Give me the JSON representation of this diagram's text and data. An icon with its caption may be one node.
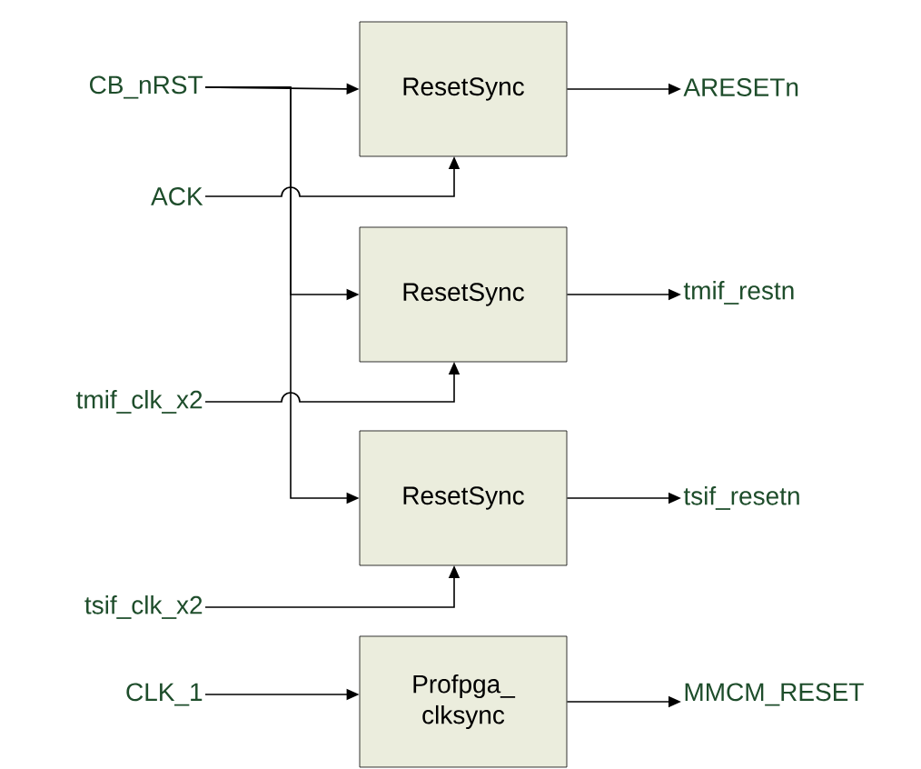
{
  "diagram": {
    "nodes": [
      {
        "text": [
          "CB_nRST"
        ]
      },
      {
        "text": [
          "ResetSync"
        ]
      },
      {
        "text": [
          "ARESETn"
        ]
      },
      {
        "text": [
          "ACK"
        ]
      },
      {
        "text": [
          "ResetSync"
        ]
      },
      {
        "text": [
          "tmif_restn"
        ]
      },
      {
        "text": [
          "tmif_clk_x2"
        ]
      },
      {
        "text": [
          "ResetSync"
        ]
      },
      {
        "text": [
          "tsif_resetn"
        ]
      },
      {
        "text": [
          "tsif_clk_x2"
        ]
      },
      {
        "text": [
          "Profpga_ clksync"
        ]
      },
      {
        "text": [
          "CLK_1"
        ]
      },
      {
        "text": [
          "MMCM_RESET"
        ]
      }
    ],
    "edges": [
      {
        "from": 0,
        "to": 1,
        "arrow": "to"
      },
      {
        "from": 0,
        "to": 4,
        "arrow": "to"
      },
      {
        "from": 0,
        "to": 7,
        "arrow": "to"
      },
      {
        "from": 1,
        "to": 2,
        "arrow": "to"
      },
      {
        "from": 3,
        "to": 1,
        "arrow": "to"
      },
      {
        "from": 4,
        "to": 5,
        "arrow": "to"
      },
      {
        "from": 6,
        "to": 4,
        "arrow": "to"
      },
      {
        "from": 7,
        "to": 8,
        "arrow": "to"
      },
      {
        "from": 9,
        "to": 7,
        "arrow": "to"
      },
      {
        "from": 11,
        "to": 10,
        "arrow": "to"
      },
      {
        "from": 10,
        "to": 12,
        "arrow": "to"
      }
    ]
  }
}
